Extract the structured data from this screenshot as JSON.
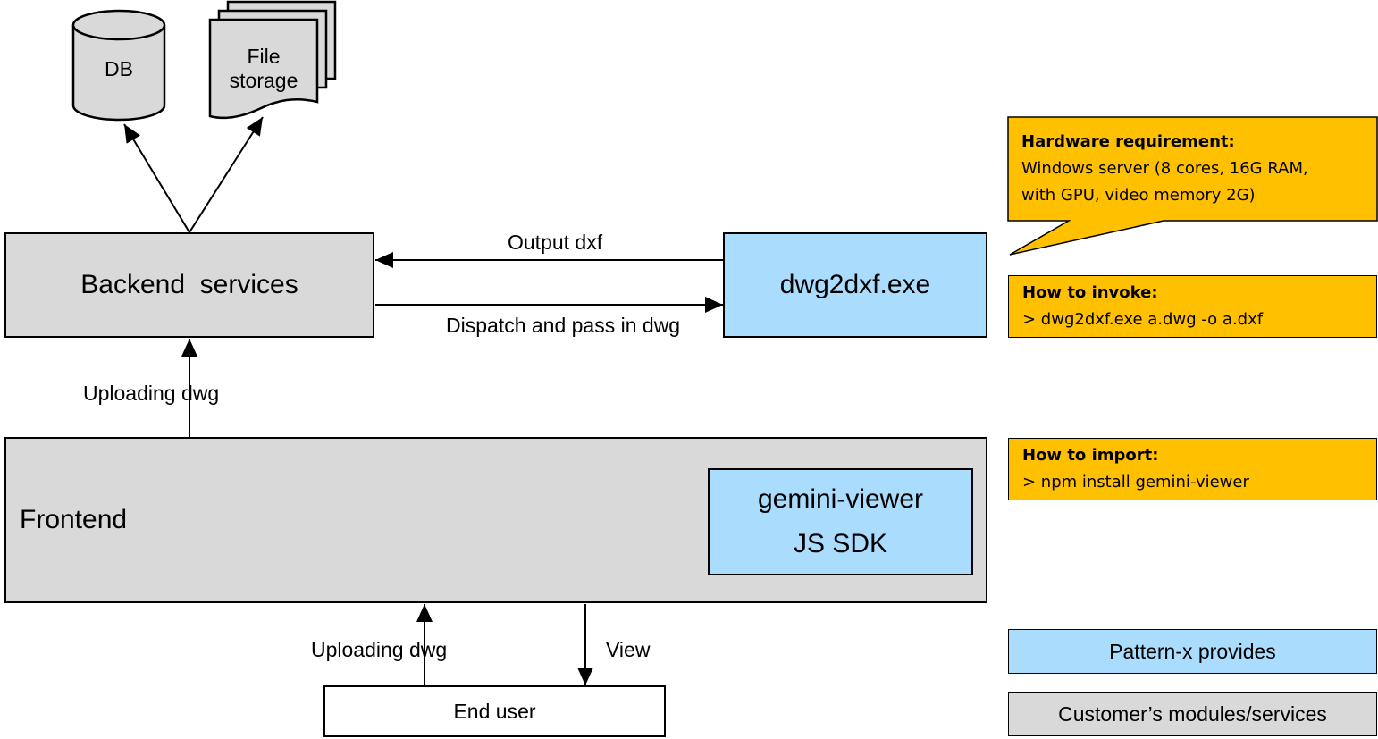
{
  "db": {
    "label": "DB"
  },
  "file_storage": {
    "label_line1": "File",
    "label_line2": "storage"
  },
  "backend": {
    "label": "Backend  services"
  },
  "converter": {
    "label": "dwg2dxf.exe"
  },
  "frontend": {
    "label": "Frontend"
  },
  "sdk": {
    "line1": "gemini-viewer",
    "line2": "JS SDK"
  },
  "end_user": {
    "label": "End user"
  },
  "edges": {
    "output_dxf": "Output dxf",
    "dispatch": "Dispatch and pass in dwg",
    "upload_backend": "Uploading dwg",
    "upload_frontend": "Uploading dwg",
    "view": "View"
  },
  "notes": {
    "hardware": {
      "title": "Hardware requirement:",
      "line1": "Windows server (8 cores, 16G RAM,",
      "line2": "with GPU, video memory 2G)"
    },
    "invoke": {
      "title": "How to invoke:",
      "command": "> dwg2dxf.exe a.dwg -o a.dxf"
    },
    "import": {
      "title": "How to import:",
      "command": "> npm install gemini-viewer"
    }
  },
  "legend": {
    "provided": "Pattern-x provides",
    "customer": "Customer’s modules/services"
  },
  "colors": {
    "provided": "#a9dcfd",
    "customer": "#d9d9d9",
    "note": "#ffc000"
  }
}
